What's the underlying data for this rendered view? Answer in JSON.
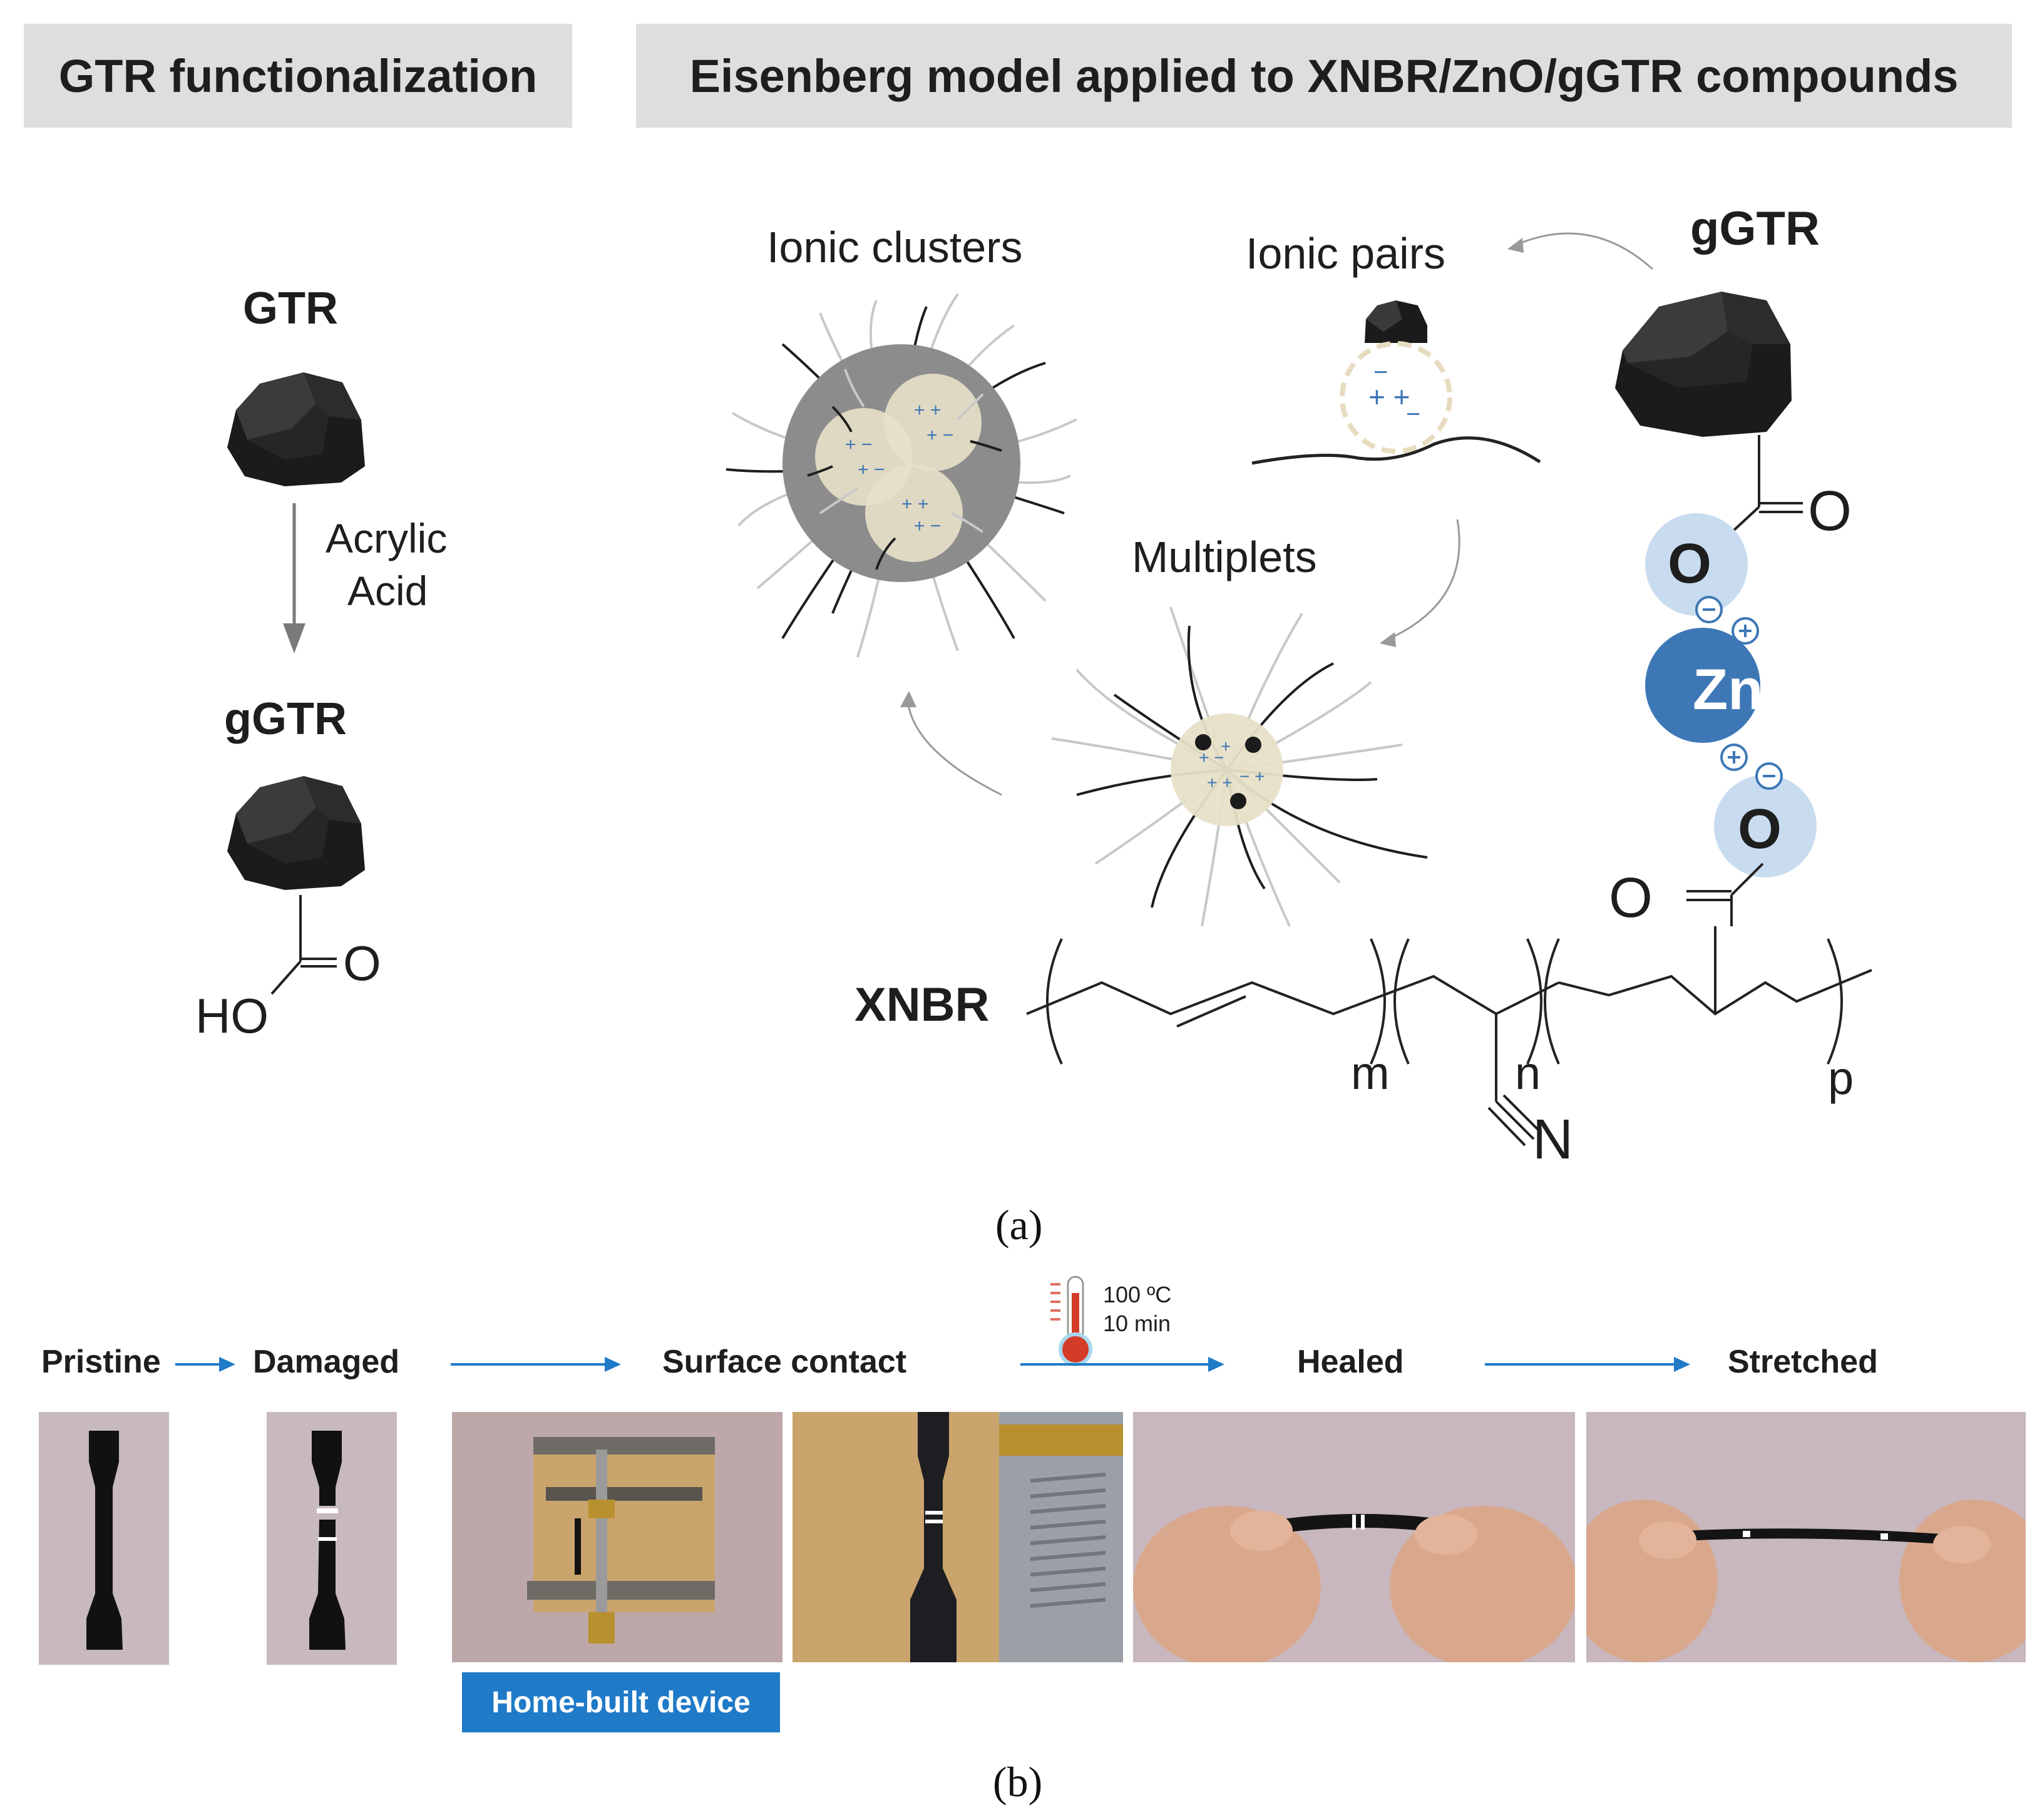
{
  "panel_a": {
    "header_left": "GTR functionalization",
    "header_right": "Eisenberg model applied to XNBR/ZnO/gGTR compounds",
    "gtr_label": "GTR",
    "reagent_line1": "Acrylic",
    "reagent_line2": "Acid",
    "ggtr_label": "gGTR",
    "ho_label": "HO",
    "o_label": "O",
    "ionic_clusters": "Ionic clusters",
    "ionic_pairs": "Ionic pairs",
    "multiplets": "Multiplets",
    "ggtr_right": "gGTR",
    "zn_label": "Zn",
    "carbonyl_o_top": "O",
    "ion_o_top": "O",
    "ion_o_bottom": "O",
    "carbonyl_o_bottom": "O",
    "xnbr_label": "XNBR",
    "sub_m": "m",
    "sub_n": "n",
    "sub_p": "p",
    "nitrile_n": "N",
    "caption": "(a)"
  },
  "panel_b": {
    "temperature": "100 ºC",
    "time": "10 min",
    "steps": {
      "pristine": "Pristine",
      "damaged": "Damaged",
      "surface_contact": "Surface contact",
      "healed": "Healed",
      "stretched": "Stretched"
    },
    "device_label": "Home-built device",
    "caption": "(b)"
  },
  "colors": {
    "header_bg": "#dedede",
    "arrow_blue": "#1f7ac8",
    "zn_blue": "#3d77b6",
    "halo_blue": "#c9dcef",
    "particle_black": "#1b1b1b",
    "cluster_beige": "#e8e0c8"
  }
}
